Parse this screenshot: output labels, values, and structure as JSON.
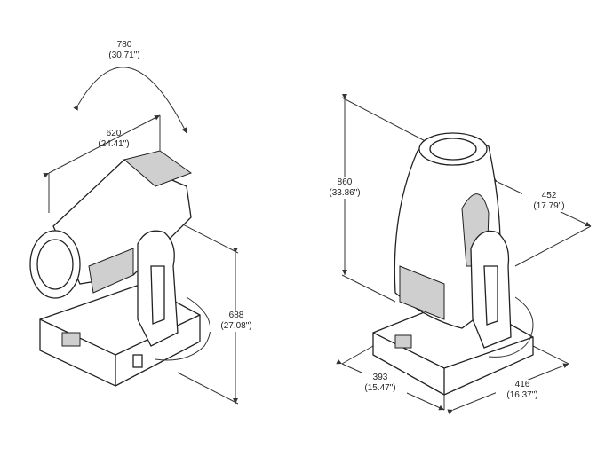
{
  "dimensions": {
    "left_view": {
      "tilt_swing": {
        "mm": "780",
        "in": "(30.71\")"
      },
      "head_depth": {
        "mm": "620",
        "in": "(24.41\")"
      },
      "height": {
        "mm": "688",
        "in": "(27.08\")"
      }
    },
    "right_view": {
      "height": {
        "mm": "860",
        "in": "(33.86\")"
      },
      "yoke_width": {
        "mm": "452",
        "in": "(17.79\")"
      },
      "base_depth": {
        "mm": "393",
        "in": "(15.47\")"
      },
      "base_width": {
        "mm": "416",
        "in": "(16.37\")"
      }
    }
  }
}
